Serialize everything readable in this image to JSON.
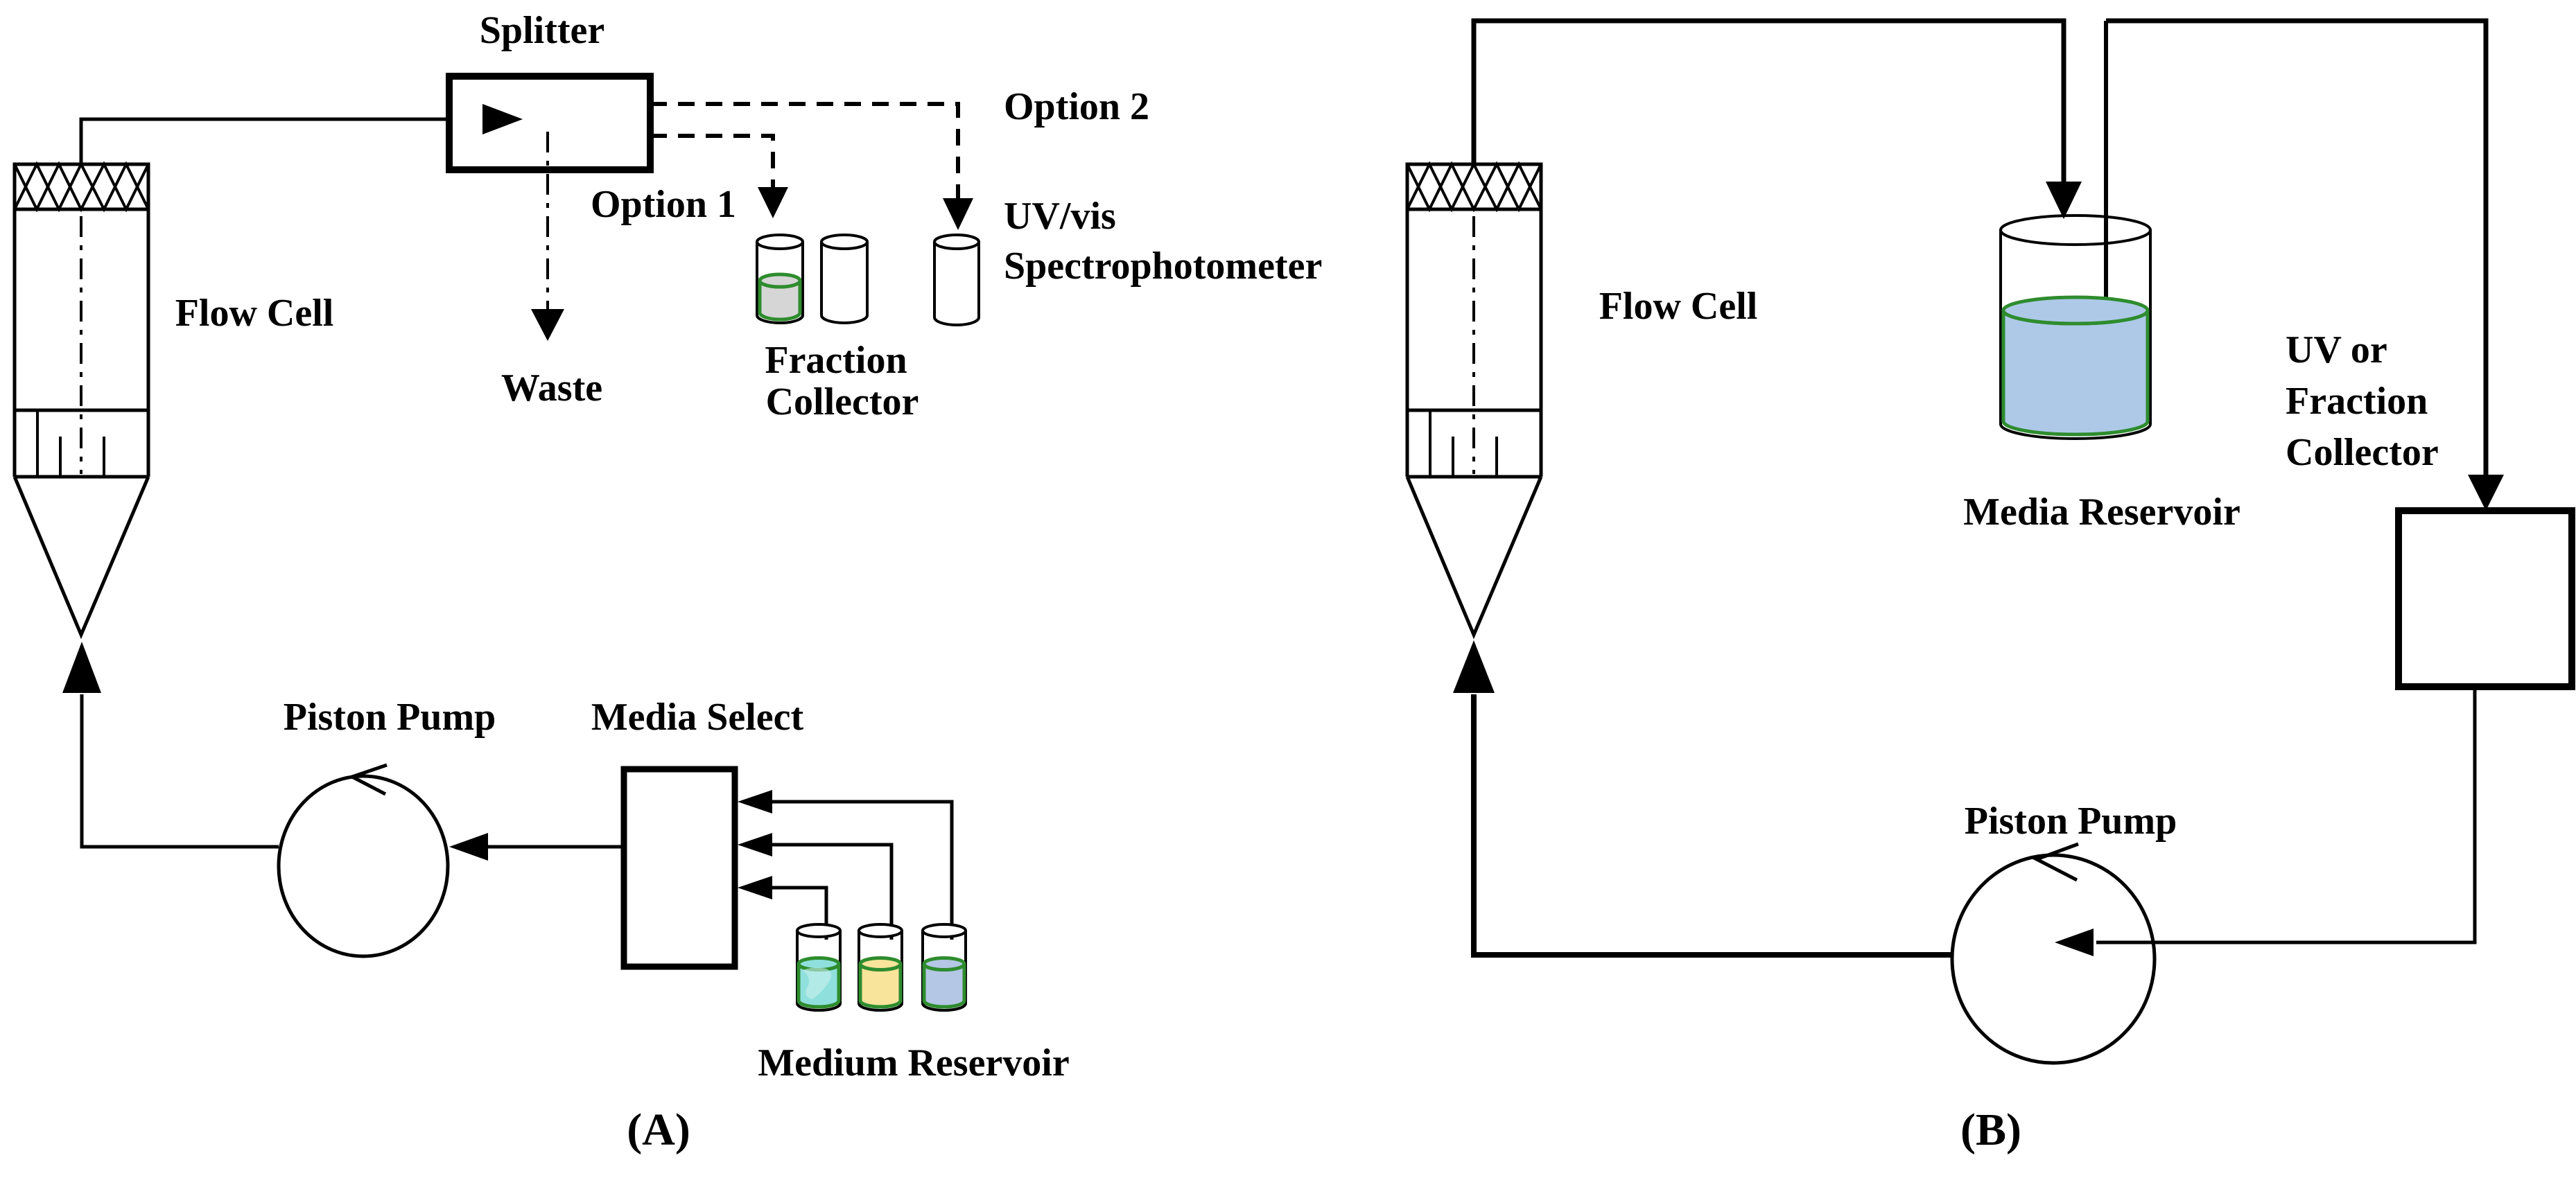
{
  "figure": {
    "panel_a": {
      "caption": "(A)",
      "splitter": "Splitter",
      "flow_cell": "Flow Cell",
      "waste": "Waste",
      "option_1": "Option 1",
      "option_2": "Option 2",
      "uv_vis_line1": "UV/vis",
      "uv_vis_line2": "Spectrophotometer",
      "fraction_collector_line1": "Fraction",
      "fraction_collector_line2": "Collector",
      "piston_pump": "Piston Pump",
      "media_select": "Media Select",
      "medium_reservoir": "Medium Reservoir"
    },
    "panel_b": {
      "caption": "(B)",
      "flow_cell": "Flow Cell",
      "media_reservoir": "Media Reservoir",
      "uv_or_fraction_line1": "UV or",
      "uv_or_fraction_line2": "Fraction",
      "uv_or_fraction_line3": "Collector",
      "piston_pump": "Piston Pump"
    },
    "colors": {
      "line_black": "#000000",
      "liquid_stroke_green": "#2e8c2e",
      "fraction_vial_gray": "#d6d6d6",
      "bottle_cyan": "#8fe0dc",
      "bottle_cyan_texture": "#c9f0ee",
      "bottle_yellow": "#f8e49a",
      "bottle_blue": "#b4c7e4",
      "reservoir_blue": "#aec9e8",
      "background": "#ffffff"
    }
  }
}
